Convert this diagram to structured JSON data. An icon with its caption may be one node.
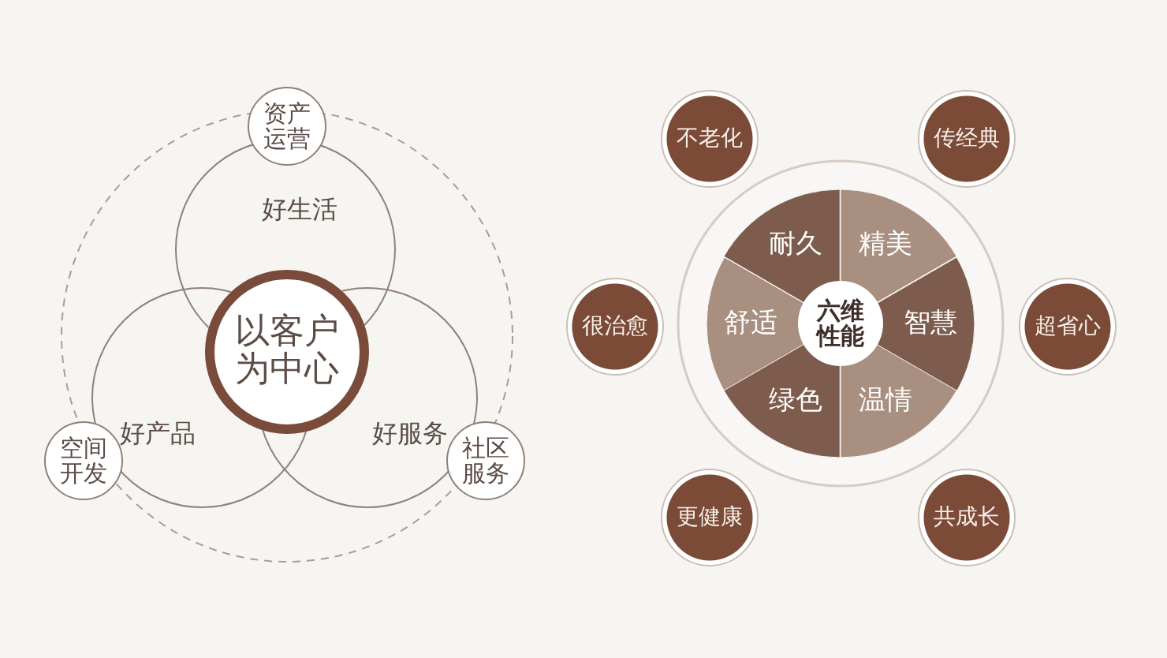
{
  "diagram": {
    "nodes": [
      {
        "text": [
          "资产运营"
        ]
      },
      {
        "text": [
          "好生活"
        ]
      },
      {
        "text": [
          "以客户为中心"
        ]
      },
      {
        "text": [
          "空间开发"
        ]
      },
      {
        "text": [
          "好产品"
        ]
      },
      {
        "text": [
          "好服务"
        ]
      },
      {
        "text": [
          "社区服务"
        ]
      },
      {
        "text": [
          "不老化"
        ]
      },
      {
        "text": [
          "传经典"
        ]
      },
      {
        "text": [
          "耐久"
        ]
      },
      {
        "text": [
          "精美"
        ]
      },
      {
        "text": [
          "舒适"
        ]
      },
      {
        "text": [
          "六维性能"
        ]
      },
      {
        "text": [
          "智慧"
        ]
      },
      {
        "text": [
          "很治愈"
        ]
      },
      {
        "text": [
          "超省心"
        ]
      },
      {
        "text": [
          "绿色"
        ]
      },
      {
        "text": [
          "温情"
        ]
      },
      {
        "text": [
          "更健康"
        ]
      },
      {
        "text": [
          "共成长"
        ]
      }
    ],
    "edges": []
  }
}
